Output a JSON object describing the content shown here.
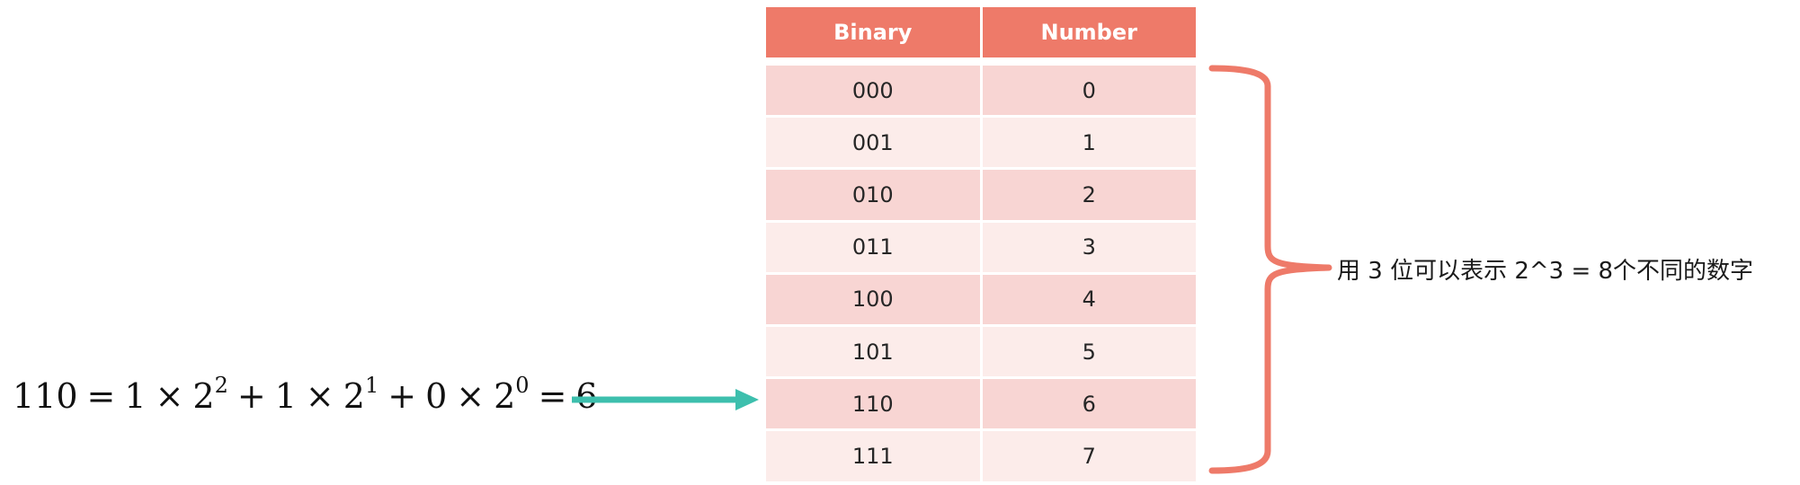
{
  "table": {
    "headers": [
      "Binary",
      "Number"
    ],
    "rows": [
      [
        "000",
        "0"
      ],
      [
        "001",
        "1"
      ],
      [
        "010",
        "2"
      ],
      [
        "011",
        "3"
      ],
      [
        "100",
        "4"
      ],
      [
        "101",
        "5"
      ],
      [
        "110",
        "6"
      ],
      [
        "111",
        "7"
      ]
    ]
  },
  "caption": "用 3 位可以表示 2^3 = 8个不同的数字",
  "equation": {
    "lhs": "110",
    "eq1": "=",
    "t1_coef": "1",
    "t1_base": "2",
    "t1_exp": "2",
    "t2_coef": "1",
    "t2_base": "2",
    "t2_exp": "1",
    "t3_coef": "0",
    "t3_base": "2",
    "t3_exp": "0",
    "times": "×",
    "plus": "+",
    "eq2": "=",
    "result": "6"
  },
  "colors": {
    "header": "#ee7a69",
    "row_dark": "#f8d5d3",
    "row_light": "#fcecea",
    "brace": "#ee7a69",
    "arrow": "#3dbfad"
  }
}
